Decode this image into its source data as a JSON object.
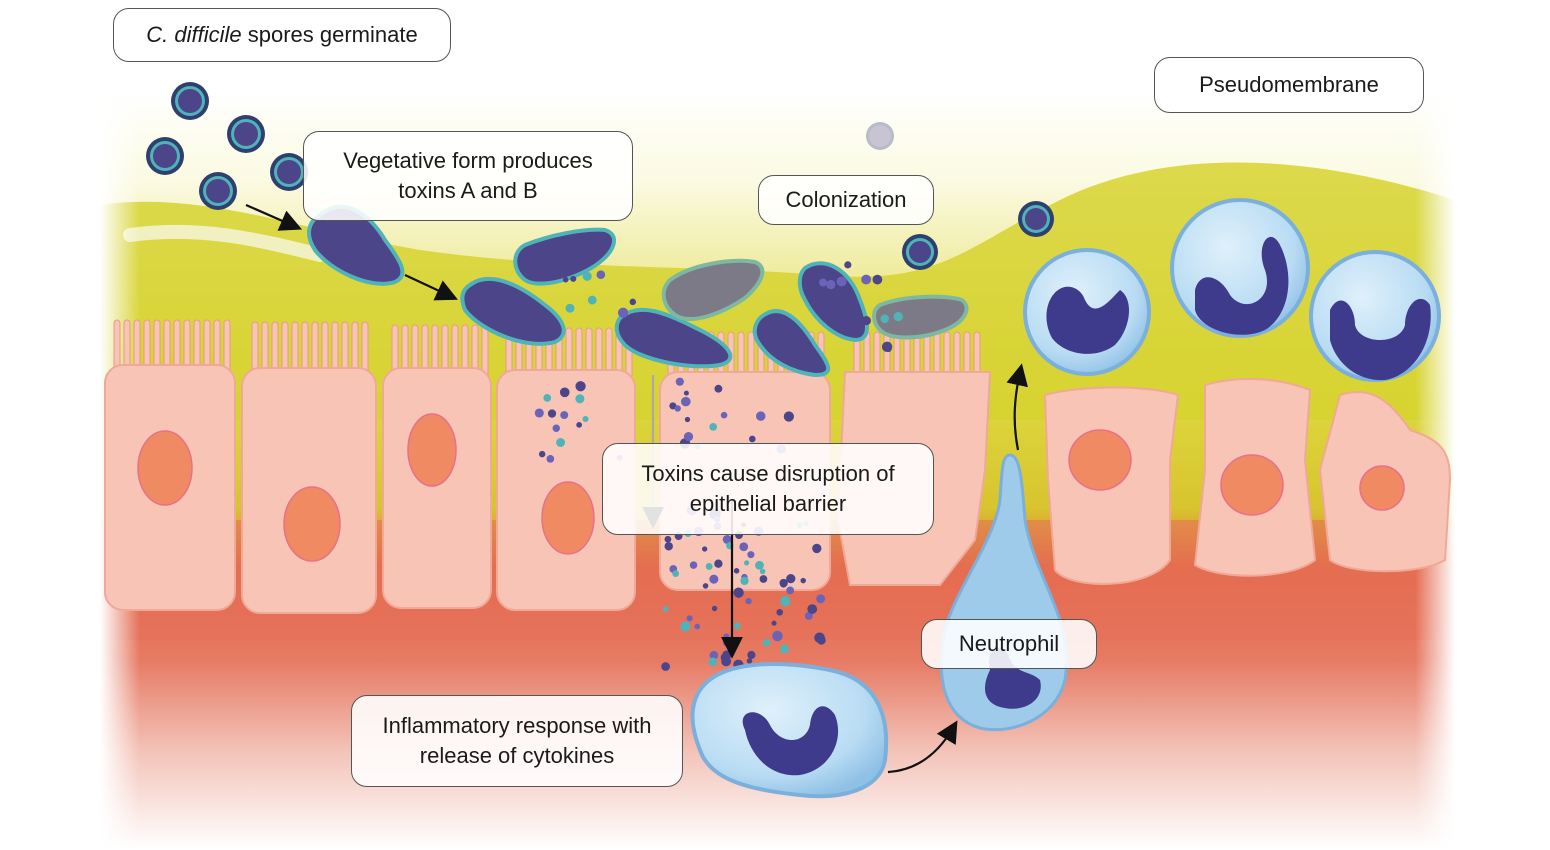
{
  "figure": {
    "labels": {
      "spores": {
        "italic": "C. difficile",
        "rest": " spores germinate"
      },
      "vegetative": {
        "line1": "Vegetative form produces",
        "line2": "toxins A and B"
      },
      "colonization": "Colonization",
      "pseudomembrane": "Pseudomembrane",
      "toxins": {
        "line1": "Toxins cause disruption of",
        "line2": "epithelial barrier"
      },
      "inflammatory": {
        "line1": "Inflammatory response with",
        "line2": "release of cytokines"
      },
      "neutrophil": "Neutrophil"
    },
    "colors": {
      "mucus_yellow": "#d6d22f",
      "epithelial_pink": "#f8c4b6",
      "nucleus_orange": "#f08a62",
      "lamina_red": "#e4705a",
      "bacterium_purple": "#4c4589",
      "bacterium_ring": "#4fb3b8",
      "neutrophil_blue": "#9fcbea",
      "neutrophil_nucleus": "#3e3b8c"
    }
  }
}
